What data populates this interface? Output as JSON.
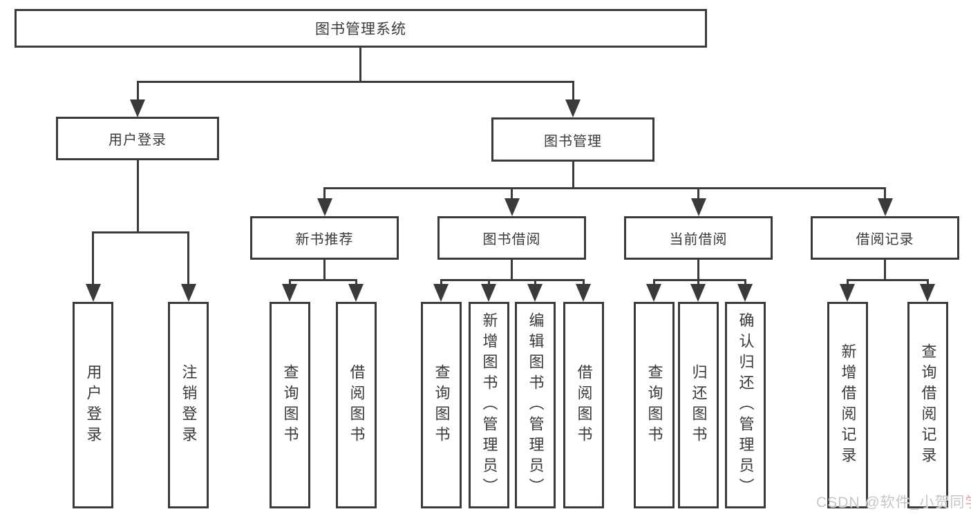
{
  "diagram": {
    "title": "图书管理系统",
    "branches": [
      {
        "label": "用户登录",
        "children": [
          "用户登录",
          "注销登录"
        ]
      },
      {
        "label": "图书管理",
        "children": [
          {
            "label": "新书推荐",
            "children": [
              "查询图书",
              "借阅图书"
            ]
          },
          {
            "label": "图书借阅",
            "children": [
              "查询图书",
              "新增图书（管理员）",
              "编辑图书（管理员）",
              "借阅图书"
            ]
          },
          {
            "label": "当前借阅",
            "children": [
              "查询图书",
              "归还图书",
              "确认归还（管理员）"
            ]
          },
          {
            "label": "借阅记录",
            "children": [
              "新增借阅记录",
              "查询借阅记录"
            ]
          }
        ]
      }
    ]
  },
  "watermark": {
    "text_gray": "CSDN @软件_小贺同",
    "text_accent": "学"
  },
  "colors": {
    "line": "#3a3a3a",
    "box_background": "#ffffff",
    "text": "#3a3a3a",
    "watermark_gray": "#c6c6c6",
    "watermark_accent": "#e2a1a1"
  }
}
